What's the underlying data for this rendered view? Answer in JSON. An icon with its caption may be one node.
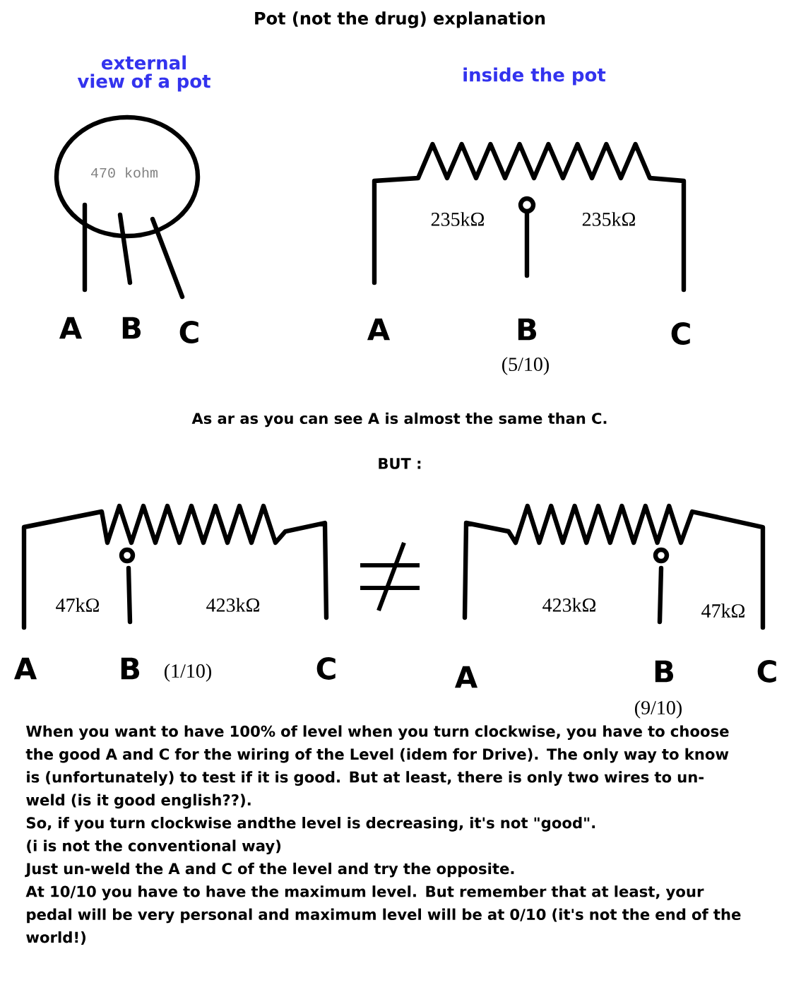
{
  "diagram": {
    "title": "Pot (not the drug) explanation",
    "labels": [
      "external view of a pot",
      "inside the pot",
      "470 kohm",
      "235kΩ",
      "235kΩ",
      "A",
      "B",
      "C",
      "A",
      "B",
      "C",
      "(5/10)",
      "As ar as you can see A is almost the same than C.",
      "BUT :",
      "47kΩ",
      "423kΩ",
      "423kΩ",
      "47kΩ",
      "A",
      "B",
      "(1/10)",
      "C",
      "A",
      "B",
      "C",
      "(9/10)",
      "When you want to have 100% of level when you turn clockwise, you have to choose the good A and C for the wiring of the Level (idem for Drive). The only way to know is (unfortunately) to test if it is good. But at least, there is only two wires to un-weld (is it good english??).",
      "So, if you turn clockwise andthe level is decreasing, it's not \"good\".",
      "(i is not the conventional way)",
      "Just un-weld the A and C of the level and try the opposite.",
      "At 10/10 you have to have the maximum level. But remember that at least, your pedal will be very personal and maximum level will be at 0/10 (it's not the end of the world!)"
    ]
  }
}
